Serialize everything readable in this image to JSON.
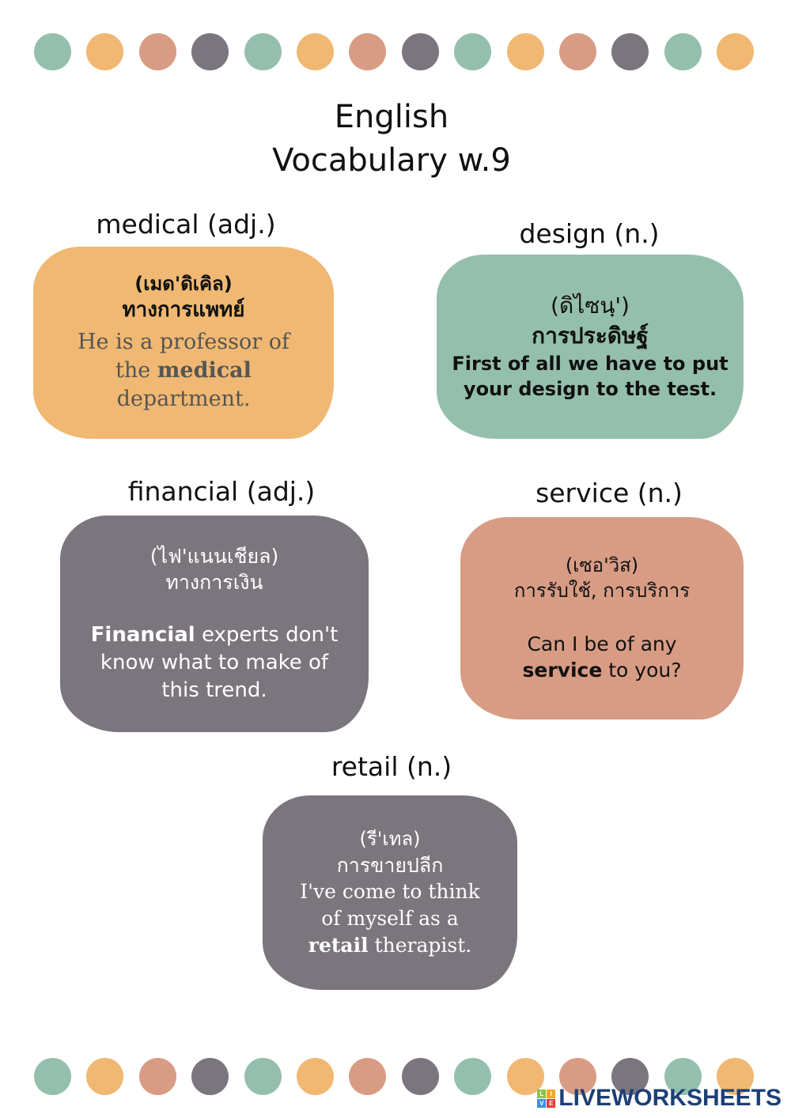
{
  "colors": {
    "green": "#95bfad",
    "orange": "#f0b872",
    "salmon": "#d89c85",
    "gray": "#7b757e"
  },
  "title": {
    "line1": "English",
    "line2": "Vocabulary w.9"
  },
  "cards": [
    {
      "word": "medical (adj.)",
      "pron": "(เมด'ดิเคิล)",
      "meaning": "ทางการแพทย์",
      "s1": "He is a professor of",
      "s2a": "the ",
      "s2b": "medical",
      "s3": "department."
    },
    {
      "word": "design (n.)",
      "pron": "(ดิไซนฺ')",
      "meaning": "การประดิษฐ์",
      "s1": "First of all we have to put",
      "s2": "your design to the test."
    },
    {
      "word": "financial (adj.)",
      "pron": "(ไฟ'แนนเชียล)",
      "meaning": "ทางการเงิน",
      "s1a": "Financial",
      "s1b": " experts don't",
      "s2": "know what to make of",
      "s3": "this trend."
    },
    {
      "word": "service (n.)",
      "pron": "(เซอ'วิส)",
      "meaning": "การรับใช้, การบริการ",
      "s1": "Can I be of any",
      "s2a": "service",
      "s2b": " to you?"
    },
    {
      "word": "retail (n.)",
      "pron": "(รี'เทล)",
      "meaning": "การขายปลีก",
      "s1": "I've come to think",
      "s2": "of myself as a",
      "s3a": "retail",
      "s3b": " therapist."
    }
  ],
  "logo": {
    "text": "LIVEWORKSHEETS",
    "badge": "LIVE"
  }
}
